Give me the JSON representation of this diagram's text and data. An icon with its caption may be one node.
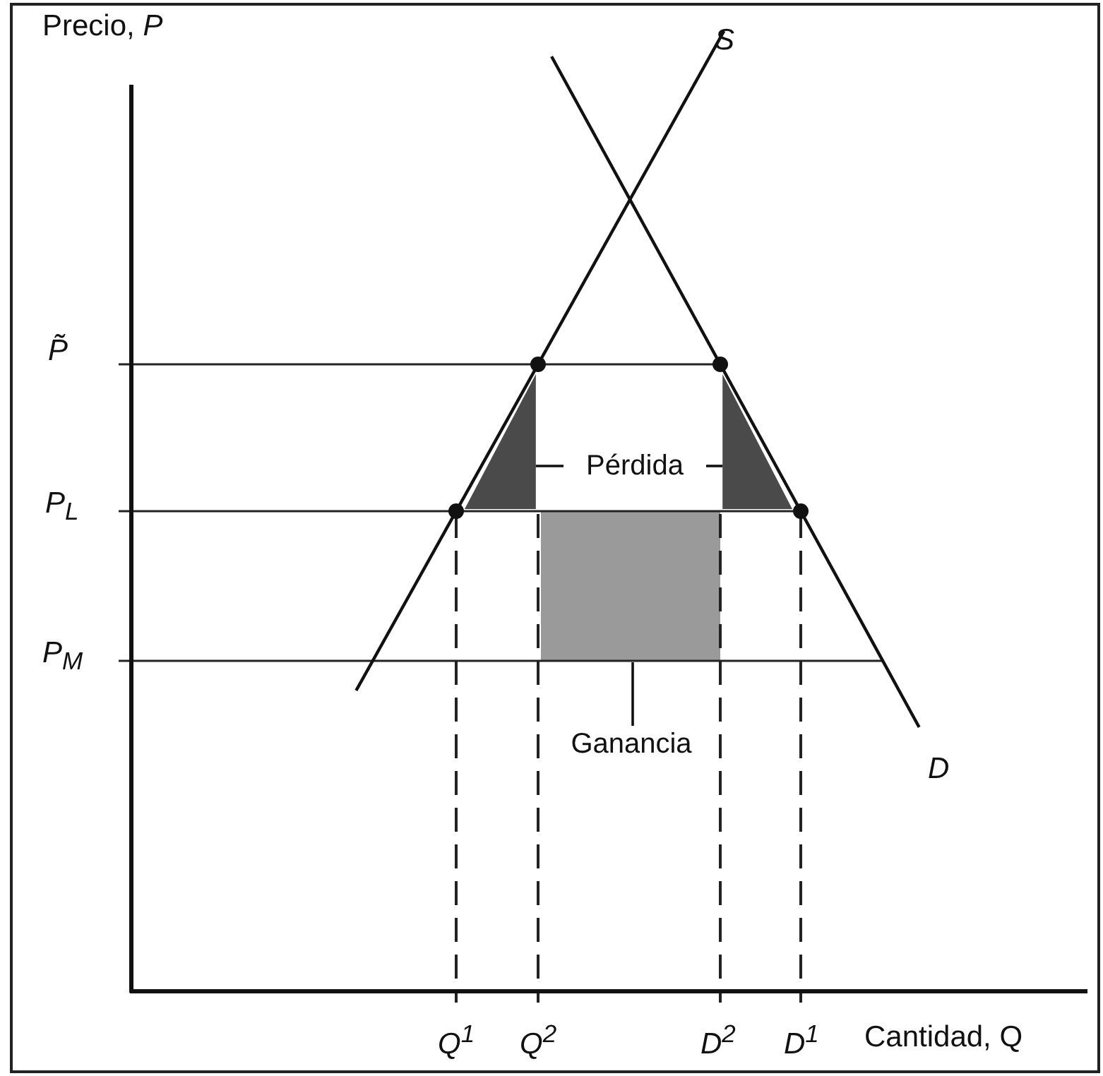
{
  "diagram": {
    "nodes": [
      {
        "text": [
          "Pérdida"
        ]
      },
      {
        "text": [],
        "shape": "triangle"
      },
      {
        "text": [],
        "shape": "triangle"
      },
      {
        "text": [],
        "shape": "box"
      },
      {
        "text": [
          "Ganancia"
        ]
      }
    ],
    "edges": [
      {
        "from": 0,
        "to": 1,
        "arrow": "none"
      },
      {
        "from": 0,
        "to": 2,
        "arrow": "none"
      },
      {
        "from": 4,
        "to": 3,
        "arrow": "none"
      }
    ],
    "labels": [
      "Precio, *P*",
      "S",
      "P̃",
      "P$_{L}$",
      "P$_{M}$",
      "D",
      "Q$^{1}$",
      "Q$^{2}$",
      "D$^{2}$",
      "D$^{1}$",
      "Cantidad, Q"
    ]
  }
}
